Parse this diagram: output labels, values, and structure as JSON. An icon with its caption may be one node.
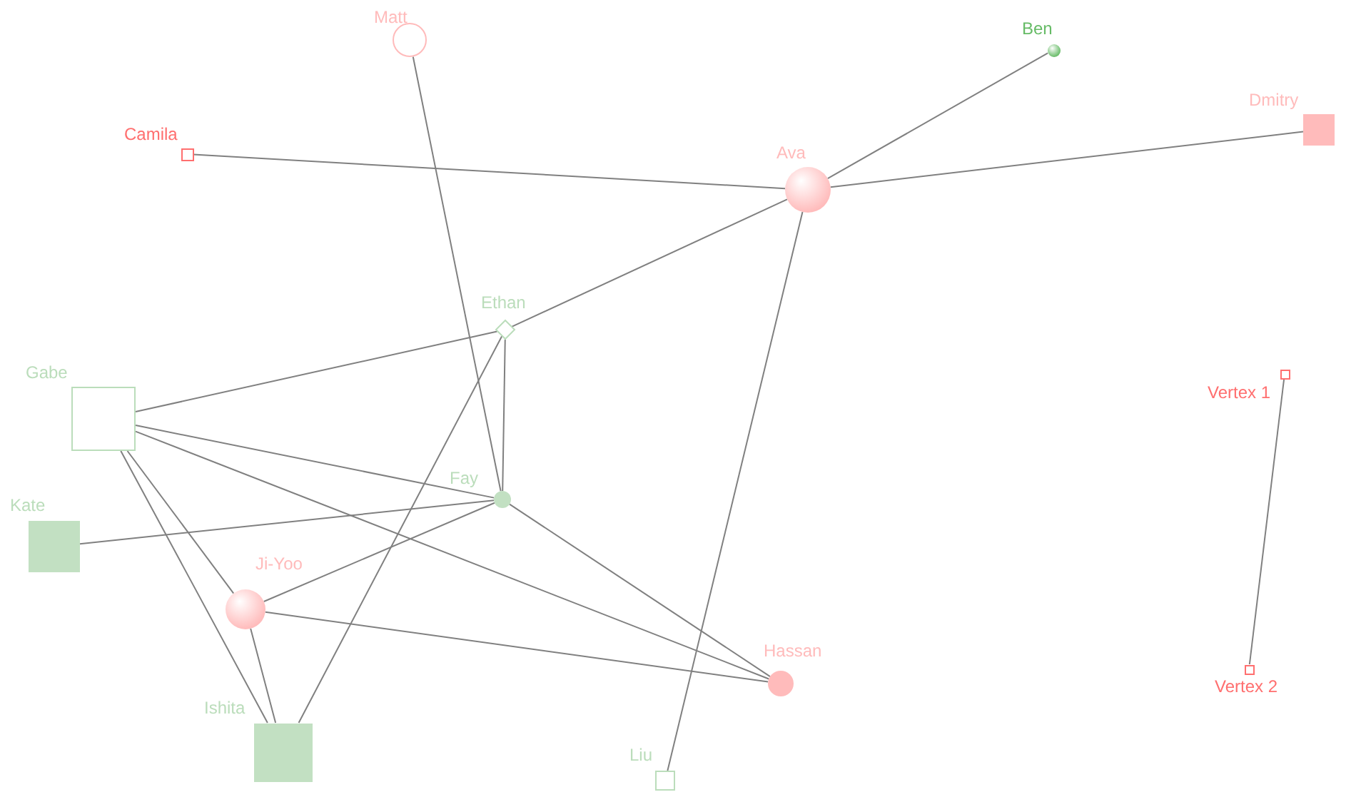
{
  "diagram": {
    "nodes": [
      {
        "text": [
          "Matt"
        ]
      },
      {
        "text": [
          "Ben"
        ]
      },
      {
        "text": [
          "Dmitry"
        ]
      },
      {
        "text": [
          "Camila"
        ]
      },
      {
        "text": [
          "Ava"
        ]
      },
      {
        "text": [
          "Ethan"
        ]
      },
      {
        "text": [
          "Gabe"
        ]
      },
      {
        "text": [
          "Vertex 1"
        ]
      },
      {
        "text": [
          "Fay"
        ]
      },
      {
        "text": [
          "Kate"
        ]
      },
      {
        "text": [
          "Ji-Yoo"
        ]
      },
      {
        "text": [
          "Hassan"
        ]
      },
      {
        "text": [
          "Vertex 2"
        ]
      },
      {
        "text": [
          "Ishita"
        ]
      },
      {
        "text": [
          "Liu"
        ]
      }
    ],
    "edges": [
      {
        "from": 0,
        "to": 8,
        "arrow": "none"
      },
      {
        "from": 1,
        "to": 4,
        "arrow": "none"
      },
      {
        "from": 2,
        "to": 4,
        "arrow": "none"
      },
      {
        "from": 3,
        "to": 4,
        "arrow": "none"
      },
      {
        "from": 4,
        "to": 5,
        "arrow": "none"
      },
      {
        "from": 4,
        "to": 14,
        "arrow": "none"
      },
      {
        "from": 5,
        "to": 6,
        "arrow": "none"
      },
      {
        "from": 5,
        "to": 8,
        "arrow": "none"
      },
      {
        "from": 5,
        "to": 13,
        "arrow": "none"
      },
      {
        "from": 6,
        "to": 8,
        "arrow": "none"
      },
      {
        "from": 6,
        "to": 10,
        "arrow": "none"
      },
      {
        "from": 6,
        "to": 11,
        "arrow": "none"
      },
      {
        "from": 6,
        "to": 13,
        "arrow": "none"
      },
      {
        "from": 7,
        "to": 12,
        "arrow": "none"
      },
      {
        "from": 8,
        "to": 9,
        "arrow": "none"
      },
      {
        "from": 8,
        "to": 10,
        "arrow": "none"
      },
      {
        "from": 8,
        "to": 11,
        "arrow": "none"
      },
      {
        "from": 10,
        "to": 11,
        "arrow": "none"
      },
      {
        "from": 10,
        "to": 13,
        "arrow": "none"
      }
    ]
  }
}
